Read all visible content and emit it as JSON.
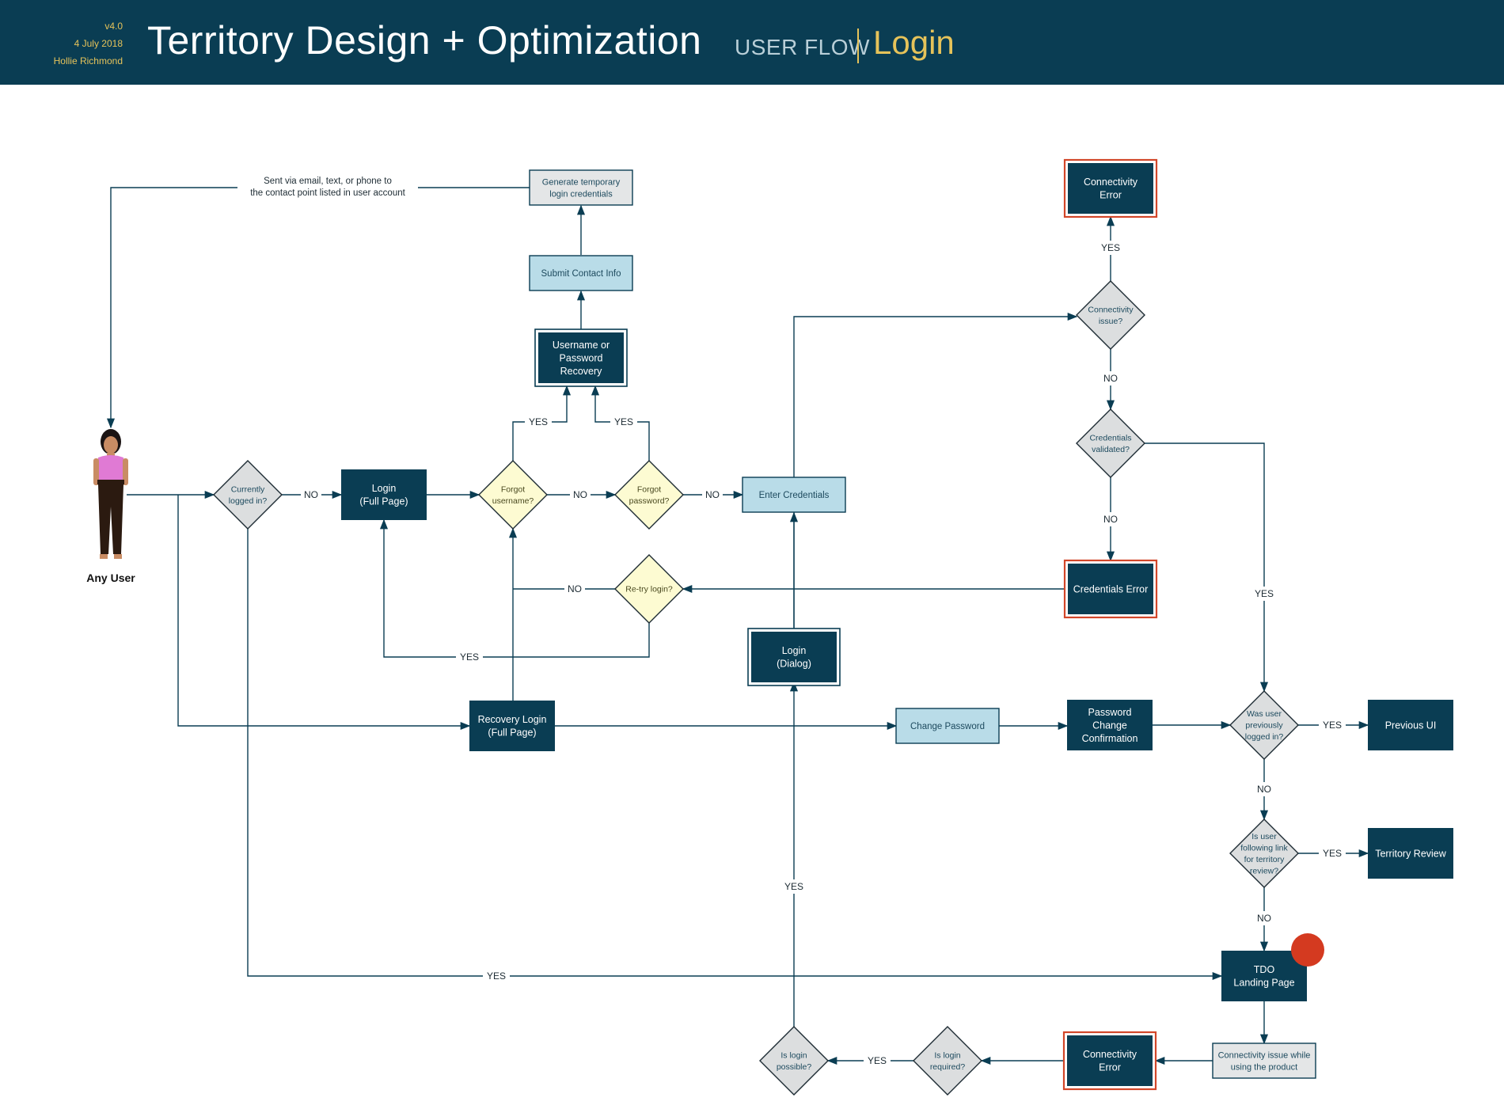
{
  "header": {
    "version": "v4.0",
    "date": "4 July 2018",
    "author": "Hollie Richmond",
    "title": "Territory Design + Optimization",
    "flow_label": "USER FLOW",
    "flow_name": "Login"
  },
  "colors": {
    "header_bg": "#0a3d53",
    "dark_box": "#0a3d53",
    "light_box": "#b9dce8",
    "gray_box": "#e4e6e7",
    "decision_gray": "#dcdedf",
    "decision_yellow": "#fdfbd2",
    "error_border": "#d2472a",
    "accent_yellow": "#e6c35a",
    "marker_red": "#d43a20"
  },
  "actor": {
    "label": "Any User"
  },
  "nodes": {
    "generate_credentials": [
      "Generate temporary",
      "login credentials"
    ],
    "submit_contact": [
      "Submit Contact Info"
    ],
    "recovery": [
      "Username or",
      "Password",
      "Recovery"
    ],
    "currently_logged_in": [
      "Currently",
      "logged in?"
    ],
    "login_full": [
      "Login",
      "(Full Page)"
    ],
    "forgot_username": [
      "Forgot",
      "username?"
    ],
    "forgot_password": [
      "Forgot",
      "password?"
    ],
    "enter_credentials": [
      "Enter Credentials"
    ],
    "connectivity_error_top": [
      "Connectivity",
      "Error"
    ],
    "connectivity_issue": [
      "Connectivity",
      "issue?"
    ],
    "credentials_validated": [
      "Credentials",
      "validated?"
    ],
    "credentials_error": [
      "Credentials Error"
    ],
    "retry_login": [
      "Re-try login?"
    ],
    "login_dialog": [
      "Login",
      "(Dialog)"
    ],
    "recovery_login": [
      "Recovery Login",
      "(Full Page)"
    ],
    "change_password": [
      "Change Password"
    ],
    "password_change_confirmation": [
      "Password",
      "Change",
      "Confirmation"
    ],
    "previously_logged_in": [
      "Was user",
      "previously",
      "logged in?"
    ],
    "previous_ui": [
      "Previous UI"
    ],
    "following_link": [
      "Is user",
      "following link",
      "for territory",
      "review?"
    ],
    "territory_review": [
      "Territory Review"
    ],
    "tdo_landing": [
      "TDO",
      "Landing Page"
    ],
    "connectivity_while_using": [
      "Connectivity issue while",
      "using the product"
    ],
    "connectivity_error_bottom": [
      "Connectivity",
      "Error"
    ],
    "login_required": [
      "Is login",
      "required?"
    ],
    "login_possible": [
      "Is login",
      "possible?"
    ]
  },
  "annotation": [
    "Sent via email, text, or phone to",
    "the contact point listed in user account"
  ],
  "edge_labels": {
    "no1": "NO",
    "no2": "NO",
    "no3": "NO",
    "yes_forgot_user": "YES",
    "yes_forgot_pass": "YES",
    "yes_conn": "YES",
    "no_conn": "NO",
    "no_cred": "NO",
    "yes_cred": "YES",
    "no_retry": "NO",
    "yes_retry": "YES",
    "yes_prev": "YES",
    "no_prev": "NO",
    "yes_link": "YES",
    "no_link": "NO",
    "yes_logged": "YES",
    "yes_required": "YES",
    "yes_possible": "YES"
  }
}
